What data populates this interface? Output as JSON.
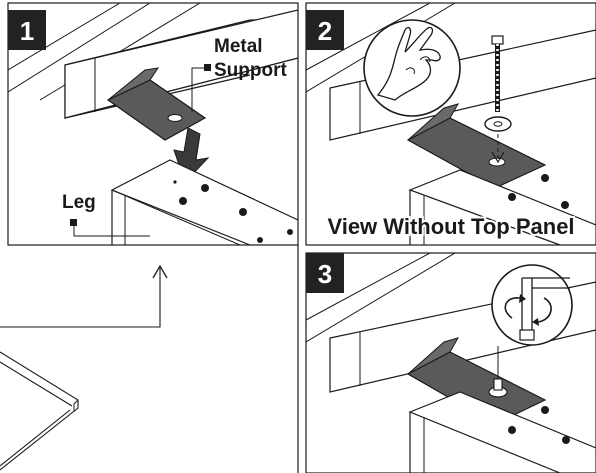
{
  "steps": [
    {
      "number": "1"
    },
    {
      "number": "2"
    },
    {
      "number": "3"
    }
  ],
  "labels": {
    "metal_support_line1": "Metal",
    "metal_support_line2": "Support",
    "leg": "Leg"
  },
  "caption": "View Without Top Panel",
  "colors": {
    "line": "#1a1a1a",
    "badge": "#222222",
    "plate": "#5a5a5a",
    "arrow": "#3a3a3a",
    "panel_bg": "#ffffff"
  }
}
